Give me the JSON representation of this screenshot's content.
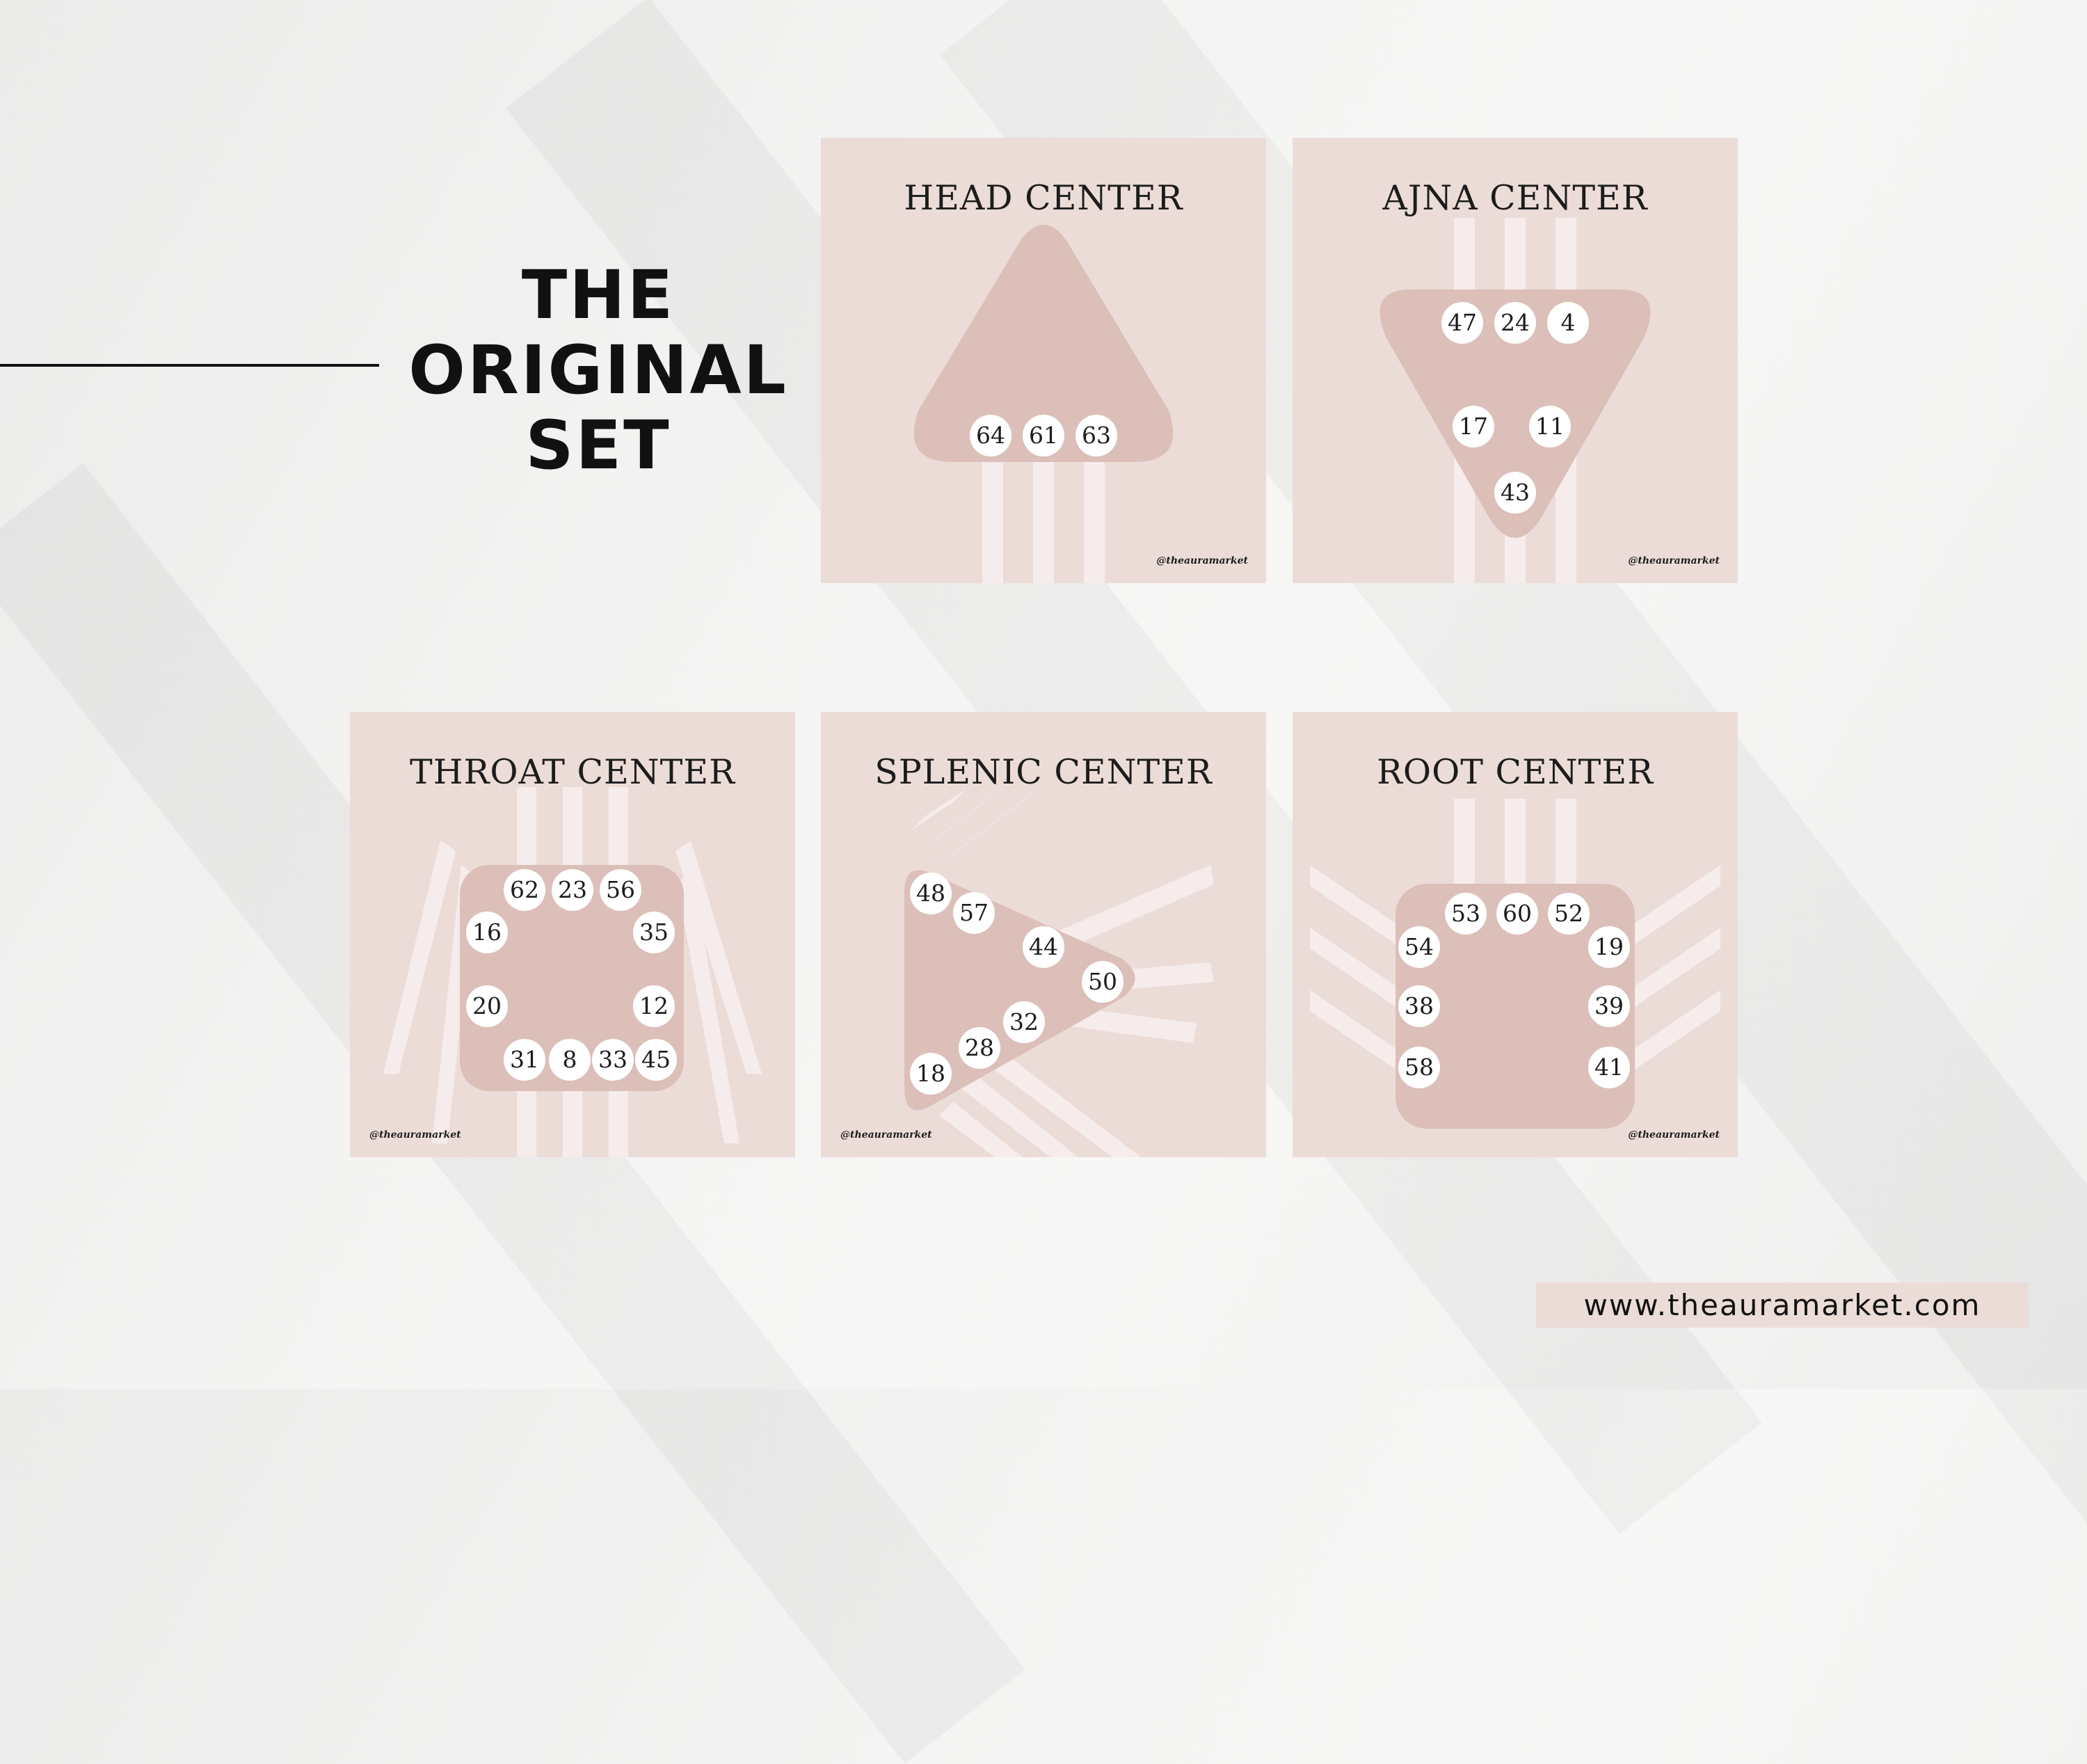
{
  "headline": [
    "THE",
    "ORIGINAL",
    "SET"
  ],
  "url": "www.theauramarket.com",
  "colors": {
    "card_background": "#ecdcd8",
    "shape_fill": "#dcbfb9",
    "stripe": "#f6eceb",
    "gate_fill": "#ffffff",
    "text": "#1c1c1c"
  },
  "cards": [
    {
      "id": "head",
      "title": "HEAD CENTER",
      "handle": "@theauramarket",
      "gates": [
        "64",
        "61",
        "63"
      ]
    },
    {
      "id": "ajna",
      "title": "AJNA CENTER",
      "handle": "@theauramarket",
      "gates": [
        "47",
        "24",
        "4",
        "17",
        "11",
        "43"
      ]
    },
    {
      "id": "throat",
      "title": "THROAT CENTER",
      "handle": "@theauramarket",
      "gates": [
        "62",
        "23",
        "56",
        "16",
        "35",
        "20",
        "12",
        "31",
        "8",
        "33",
        "45"
      ]
    },
    {
      "id": "splenic",
      "title": "SPLENIC CENTER",
      "handle": "@theauramarket",
      "gates": [
        "48",
        "57",
        "44",
        "50",
        "32",
        "28",
        "18"
      ]
    },
    {
      "id": "root",
      "title": "ROOT CENTER",
      "handle": "@theauramarket",
      "gates": [
        "53",
        "60",
        "52",
        "54",
        "19",
        "38",
        "39",
        "58",
        "41"
      ]
    }
  ]
}
